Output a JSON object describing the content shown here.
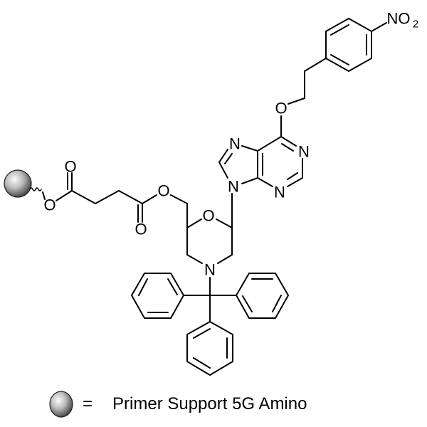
{
  "diagram": {
    "type": "chemical-structure",
    "compound": {
      "groups": [
        "solid support bead",
        "succinyl linker",
        "morpholino ring",
        "trityl (triphenylmethyl) on N",
        "purine base",
        "O6-(4-nitrophenethyl)"
      ],
      "atom_labels": {
        "nitro": "NO",
        "nitro_sub": "2",
        "ether_o": "O",
        "purine_n1": "N",
        "purine_n3": "N",
        "purine_n7": "N",
        "purine_n9": "N",
        "ring_o": "O",
        "ring_n": "N",
        "ester_o": "O",
        "ester_carbonyl_o": "O",
        "linker_carbonyl_o": "O",
        "linker_o": "O"
      }
    },
    "colors": {
      "bond": "#000000",
      "bead_light": "#f2f2f2",
      "bead_dark": "#4a4a4a"
    }
  },
  "legend": {
    "symbol": "bead",
    "equals": "=",
    "label": "Primer Support 5G Amino"
  }
}
